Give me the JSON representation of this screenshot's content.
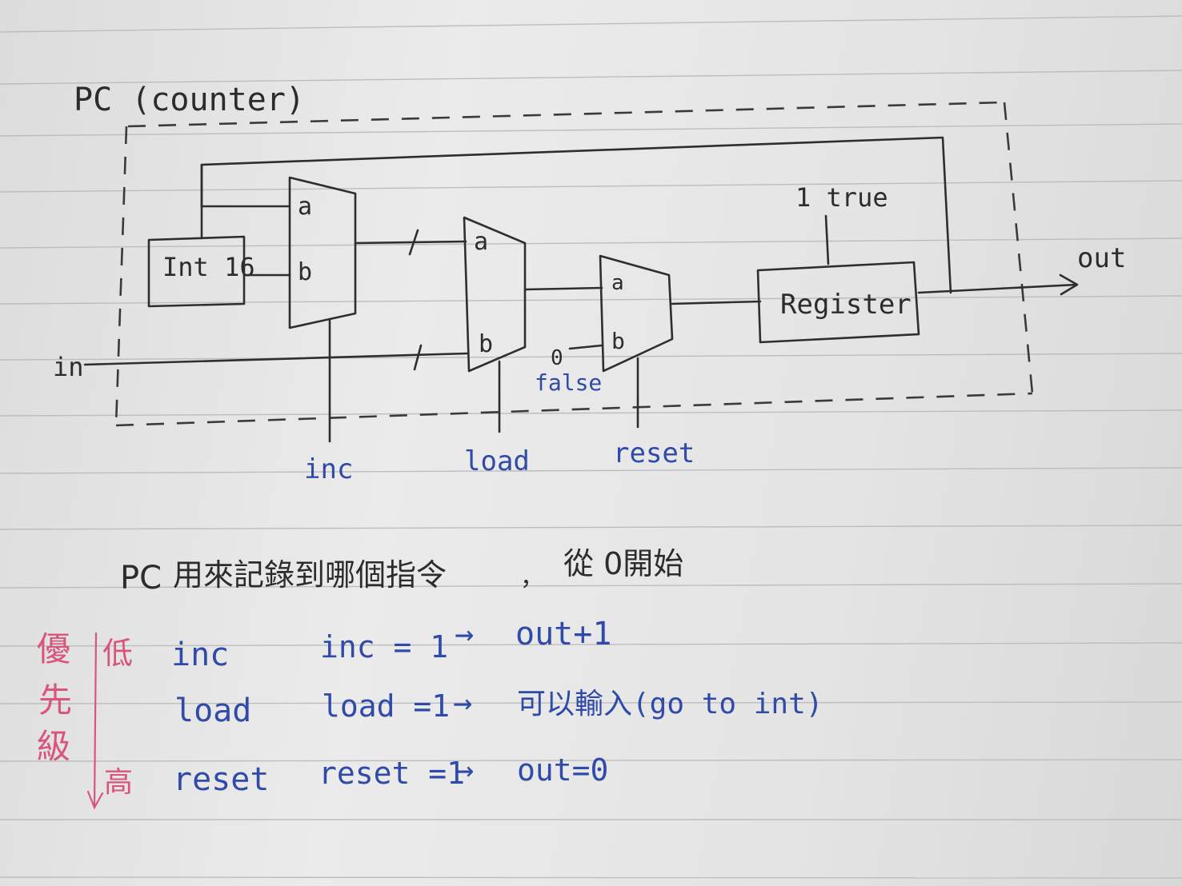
{
  "diagram": {
    "title": "PC (counter)",
    "inputs": {
      "in": "in"
    },
    "output": "out",
    "components": {
      "int16": "Int 16",
      "register": "Register"
    },
    "mux_ports": {
      "a": "a",
      "b": "b"
    },
    "constants": {
      "zero": "0",
      "false": "false",
      "true_const": "1 true"
    },
    "controls": {
      "inc": "inc",
      "load": "load",
      "reset": "reset"
    }
  },
  "notes": {
    "description_prefix": "PC",
    "description": "用來記錄到哪個指令",
    "description_comma": "，",
    "description_suffix": "從 0開始",
    "priority_label": [
      "優",
      "先",
      "級"
    ],
    "priority_low": "低",
    "priority_high": "高",
    "rows": [
      {
        "signal": "inc",
        "condition": "inc = 1",
        "arrow": "→",
        "result": "out+1"
      },
      {
        "signal": "load",
        "condition": "load =1",
        "arrow": "→",
        "result": "可以輸入(go to int)"
      },
      {
        "signal": "reset",
        "condition": "reset =1",
        "arrow": "→",
        "result": "out=0"
      }
    ]
  },
  "colors": {
    "ink_black": "#2c2c2c",
    "ink_blue": "#2f4aa8",
    "ink_pink": "#d9557a",
    "paper": "#e6e6e6",
    "ruling": "#b9b9b9"
  }
}
